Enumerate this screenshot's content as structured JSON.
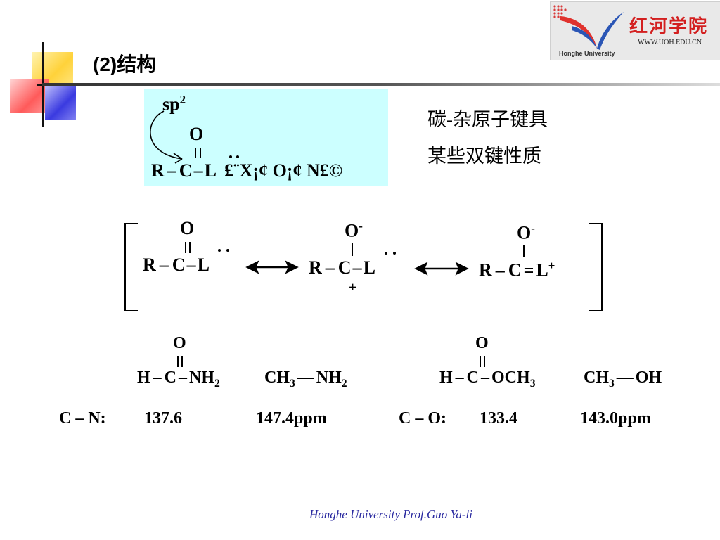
{
  "title": "(2)结构",
  "logo": {
    "name": "红河学院",
    "url": "WWW.UOH.EDU.CN",
    "en": "Honghe University"
  },
  "box": {
    "sp": "sp",
    "sp_sup": "2",
    "o": "O",
    "line_r": "R",
    "line_c": "C",
    "line_l": "L",
    "garbled": "£¨X¡¢ O¡¢ N£©"
  },
  "right_text": {
    "line1": "碳-杂原子键具",
    "line2": "某些双键性质"
  },
  "resonance": {
    "s1": {
      "o": "O",
      "r": "R",
      "c": "C",
      "l": "L"
    },
    "s2": {
      "o": "O",
      "o_sup": "-",
      "r": "R",
      "c": "C",
      "l": "L",
      "plus": "+"
    },
    "s3": {
      "o": "O",
      "o_sup": "-",
      "r": "R",
      "c": "C",
      "l": "L",
      "l_sup": "+"
    }
  },
  "compounds": {
    "formamide": {
      "o": "O",
      "h": "H",
      "c": "C",
      "nh": "NH",
      "sub": "2"
    },
    "methylamine": {
      "ch": "CH",
      "sub1": "3",
      "nh": "NH",
      "sub2": "2"
    },
    "methyl_formate": {
      "o": "O",
      "h": "H",
      "c": "C",
      "och": "OCH",
      "sub": "3"
    },
    "methanol": {
      "ch": "CH",
      "sub": "3",
      "oh": "OH"
    }
  },
  "data_row": {
    "cn_label": "C – N:",
    "cn_v1": "137.6",
    "cn_v2": "147.4ppm",
    "co_label": "C – O:",
    "co_v1": "133.4",
    "co_v2": "143.0ppm"
  },
  "footer": "Honghe University  Prof.Guo Ya-li"
}
